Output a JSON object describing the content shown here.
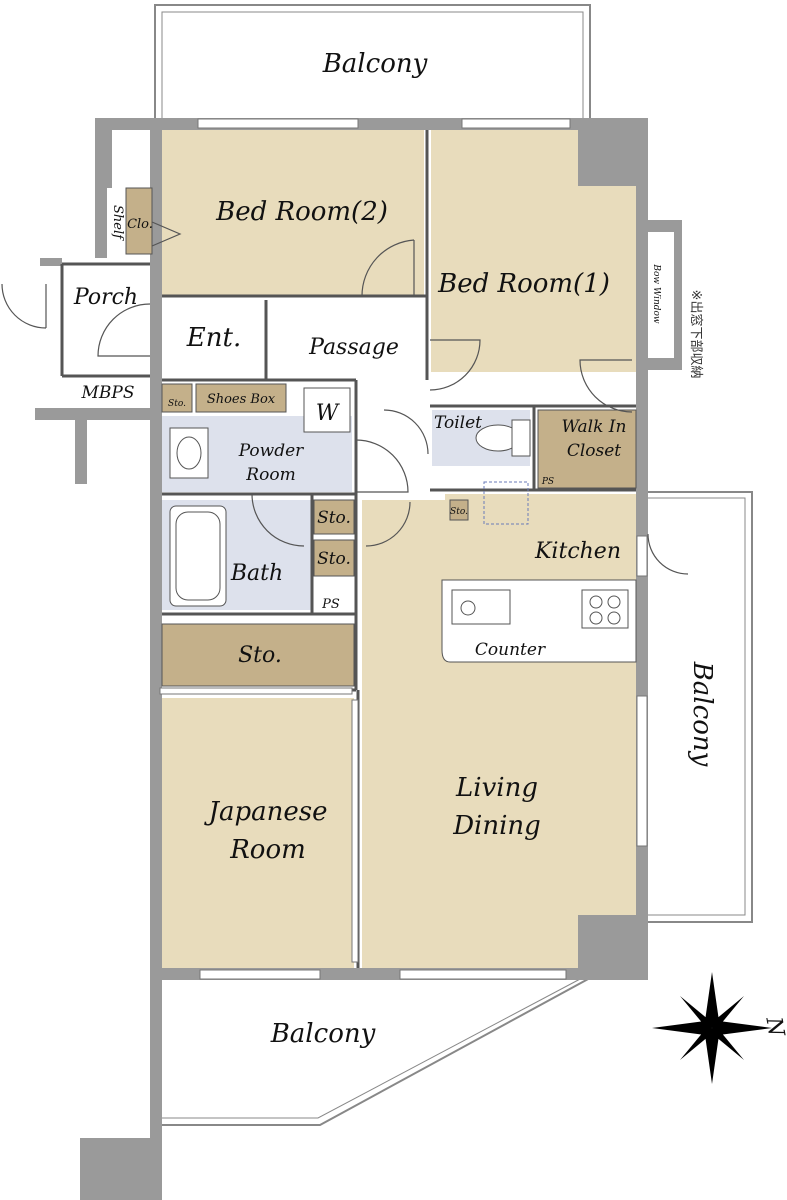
{
  "rooms": {
    "balcony_top": "Balcony",
    "bedroom2": "Bed Room(2)",
    "bedroom1": "Bed Room(1)",
    "bow_window": "Bow Window",
    "bow_note": "※出窓下部収納",
    "shelf": "Shelf",
    "clo": "Clo.",
    "porch": "Porch",
    "ent": "Ent.",
    "passage": "Passage",
    "mbps": "MBPS",
    "sto_small_ent": "Sto.",
    "shoes_box": "Shoes Box",
    "w_mark": "W",
    "powder_room_1": "Powder",
    "powder_room_2": "Room",
    "toilet": "Toilet",
    "walk_in_closet_1": "Walk In",
    "walk_in_closet_2": "Closet",
    "ps_closet": "PS",
    "sto_kitchen_small": "Sto.",
    "sto_1": "Sto.",
    "sto_2": "Sto.",
    "kitchen": "Kitchen",
    "bath": "Bath",
    "ps_bath": "PS",
    "counter": "Counter",
    "sto_big": "Sto.",
    "balcony_right": "Balcony",
    "japanese_room_1": "Japanese",
    "japanese_room_2": "Room",
    "living_dining_1": "Living",
    "living_dining_2": "Dining",
    "balcony_bottom": "Balcony",
    "north": "N"
  },
  "colors": {
    "wall": "#9a9a9a",
    "room_tan": "#e8dcbc",
    "storage_brown": "#c4b08a",
    "wet_blue": "#dde1ec",
    "white": "#ffffff",
    "line": "#555555"
  }
}
